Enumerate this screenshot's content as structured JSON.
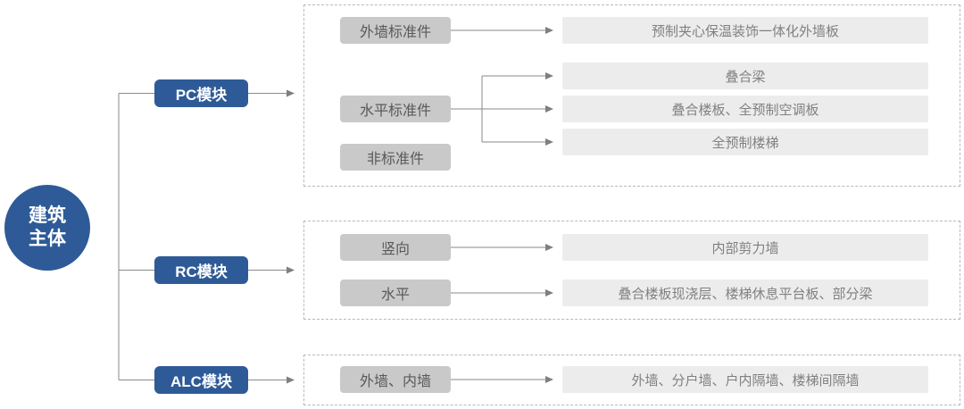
{
  "diagram": {
    "root": {
      "label": "建筑\n主体"
    },
    "branches": [
      {
        "module": "PC模块",
        "groups": [
          {
            "category": "外墙标准件",
            "items": [
              "预制夹心保温装饰一体化外墙板"
            ]
          },
          {
            "category": "水平标准件",
            "items": [
              "叠合梁",
              "叠合楼板、全预制空调板",
              "全预制楼梯"
            ]
          },
          {
            "category": "非标准件",
            "items": []
          }
        ]
      },
      {
        "module": "RC模块",
        "groups": [
          {
            "category": "竖向",
            "items": [
              "内部剪力墙"
            ]
          },
          {
            "category": "水平",
            "items": [
              "叠合楼板现浇层、楼梯休息平台板、部分梁"
            ]
          }
        ]
      },
      {
        "module": "ALC模块",
        "groups": [
          {
            "category": "外墙、内墙",
            "items": [
              "外墙、分户墙、户内隔墙、楼梯间隔墙"
            ]
          }
        ]
      }
    ],
    "colors": {
      "primary_blue": "#2e5b98",
      "category_box_bg": "#c9c9c9",
      "category_text": "#595959",
      "item_box_bg": "#ececec",
      "item_text": "#808080",
      "connector_gray": "#8a8a8a",
      "dashed_border": "#b9b9b9"
    }
  }
}
